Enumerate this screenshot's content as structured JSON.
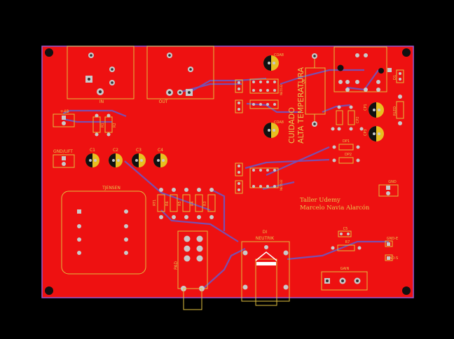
{
  "board": {
    "background": "#000000",
    "copper_color": "#ee1111",
    "silk_color": "#e0c040",
    "trace_color": "#7a4fb0",
    "pad_color": "#c9c9c9"
  },
  "labels": {
    "in": "IN",
    "out": "OUT",
    "p48": "+48",
    "gnd_lift": "GND/LIFT",
    "c1": "C1",
    "c2": "C2",
    "c3": "C3",
    "c4": "C4",
    "r1": "R1",
    "r2": "R2",
    "tjensen": "TJENSEN",
    "rt1": "RT1",
    "r3": "R3",
    "r4": "R4",
    "r5": "R5",
    "r6": "R6",
    "pad": "PAD",
    "di": "DI",
    "neutrik": "NEUTRIK",
    "cuidado": "CUIDADO",
    "alta_temp": "ALTA TEMPERATURA",
    "coa8a": "COA8",
    "coa8b": "COA8",
    "q1": "Q1",
    "cp1": "CP1",
    "cp2": "CP2",
    "cp3": "CP3",
    "dp1": "DP1",
    "dp2": "DP2",
    "gnd": "GND",
    "gnd_e": "GND-E",
    "gnd_s": "GND-S",
    "c5": "C5",
    "r7": "R7",
    "gain": "GAIN",
    "rled": "RLED",
    "d1": "D1",
    "taller": "Taller Udemy",
    "autor": "Marcelo Navia Alarcón",
    "u1": "NE5532",
    "u2": "NE5532"
  }
}
